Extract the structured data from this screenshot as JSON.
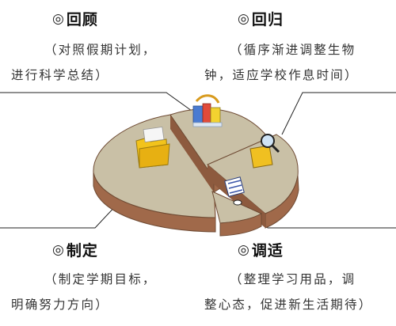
{
  "sections": {
    "review": {
      "mark": "◎",
      "title": "回顾",
      "line1": "（对照假期计划，",
      "line2": "进行科学总结）"
    },
    "return": {
      "mark": "◎",
      "title": "回归",
      "line1": "（循序渐进调整生物",
      "line2": "钟，适应学校作息时间）"
    },
    "plan": {
      "mark": "◎",
      "title": "制定",
      "line1": "（制定学期目标，",
      "line2": "明确努力方向）"
    },
    "adjust": {
      "mark": "◎",
      "title": "调适",
      "line1": "（整理学习用品，调",
      "line2": "整心态，促进新生活期待）"
    }
  },
  "colors": {
    "top": "#c9c0a6",
    "side": "#a0694a",
    "outline": "#6e4a33",
    "leader": "#222222"
  },
  "icons": [
    "folder-icon",
    "books-icon",
    "magnifier-folder-icon",
    "calendar-alarm-icon"
  ]
}
